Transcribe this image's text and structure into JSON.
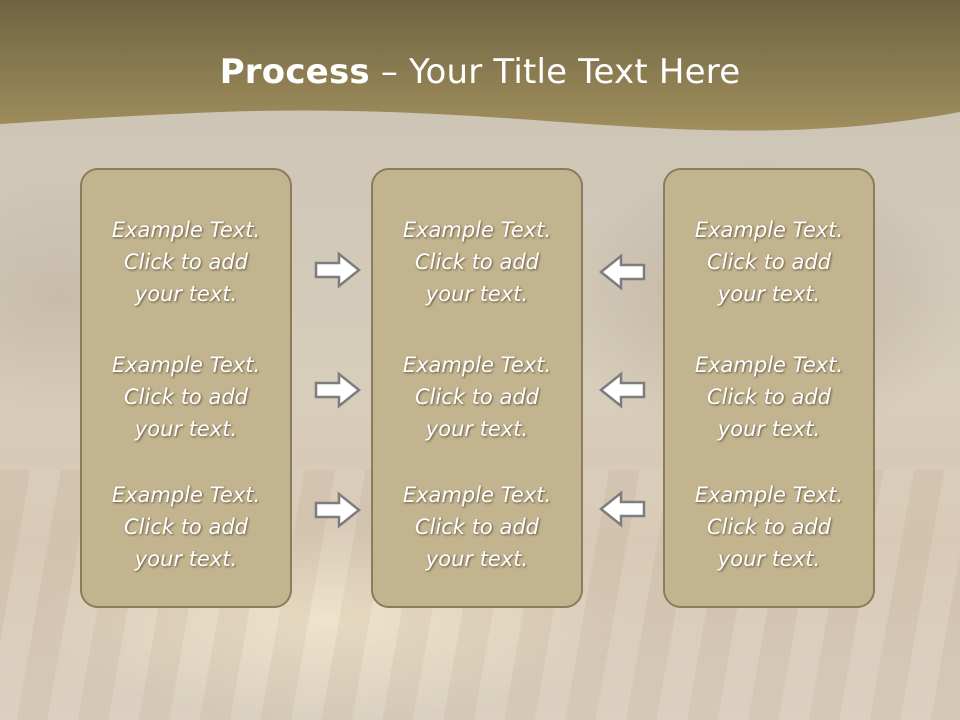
{
  "title": {
    "bold": "Process",
    "rest": " – Your Title Text Here"
  },
  "colors": {
    "header_band": "#8a7a4e",
    "box_fill": "#c2b48f",
    "box_border": "#8a7c5d",
    "text": "#ffffff"
  },
  "columns": [
    {
      "items": [
        {
          "line1": "Example Text.",
          "line2": "Click  to add",
          "line3": "your text."
        },
        {
          "line1": "Example Text.",
          "line2": "Click  to add",
          "line3": "your text."
        },
        {
          "line1": "Example Text.",
          "line2": "Click  to add",
          "line3": "your text."
        }
      ]
    },
    {
      "items": [
        {
          "line1": "Example Text.",
          "line2": "Click  to add",
          "line3": "your text."
        },
        {
          "line1": "Example Text.",
          "line2": "Click  to add",
          "line3": "your text."
        },
        {
          "line1": "Example Text.",
          "line2": "Click  to add",
          "line3": "your text."
        }
      ]
    },
    {
      "items": [
        {
          "line1": "Example Text.",
          "line2": "Click  to add",
          "line3": "your text."
        },
        {
          "line1": "Example Text.",
          "line2": "Click  to add",
          "line3": "your text."
        },
        {
          "line1": "Example Text.",
          "line2": "Click  to add",
          "line3": "your text."
        }
      ]
    }
  ],
  "arrows": {
    "left_group": "right-arrow-icon",
    "right_group": "left-arrow-icon"
  }
}
